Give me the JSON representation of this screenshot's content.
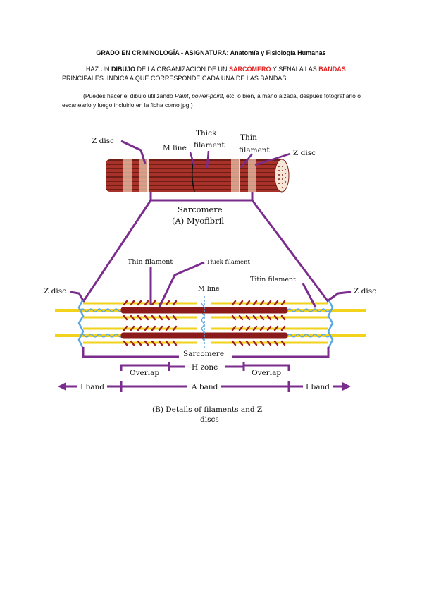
{
  "header": {
    "prefix": "GRADO EN CRIMINOLOGÍA - ASIGNATURA:",
    "subject": "Anatomía y Fisiología Humanas"
  },
  "instructions": {
    "part1": "HAZ UN ",
    "bold1": "DIBUJO",
    "part2": " DE LA ORGANIZACIÓN DE UN ",
    "red1": "SARCÓMERO",
    "part3": " Y SEÑALA LAS ",
    "red2": "BANDAS",
    "part4": " PRINCIPALES. INDICA A QUÉ CORRESPONDE CADA UNA DE LAS BANDAS."
  },
  "note": {
    "part1": "(Puedes hacer el dibujo utilizando ",
    "italic1": "Paint",
    "part2": ", ",
    "italic2": "power-point",
    "part3": ", etc. o bien, a mano alzada, después fotografiarlo o escanearlo y luego incluirlo en la ficha como jpg )"
  },
  "figure_a": {
    "z_disc_left": "Z disc",
    "m_line": "M line",
    "thick_filament_1": "Thick",
    "thick_filament_2": "filament",
    "thin_filament_1": "Thin",
    "thin_filament_2": "filament",
    "z_disc_right": "Z disc",
    "sarcomere": "Sarcomere",
    "caption": "(A) Myofibril"
  },
  "figure_b": {
    "thin_filament": "Thin filament",
    "thick_filament": "Thick filament",
    "titin_filament": "Titin filament",
    "m_line": "M line",
    "z_disc_left": "Z disc",
    "z_disc_right": "Z disc",
    "sarcomere": "Sarcomere",
    "overlap_left": "Overlap",
    "h_zone": "H zone",
    "overlap_right": "Overlap",
    "i_band_left": "I band",
    "a_band": "A band",
    "i_band_right": "I band",
    "caption_1": "(B) Details of filaments and Z",
    "caption_2": "discs"
  },
  "colors": {
    "purple": "#7b2d8e",
    "muscle_red": "#a8322a",
    "myosin_red": "#8b1a1a",
    "thin_yellow": "#f2d21b",
    "titin_blue": "#5aa6e0"
  }
}
